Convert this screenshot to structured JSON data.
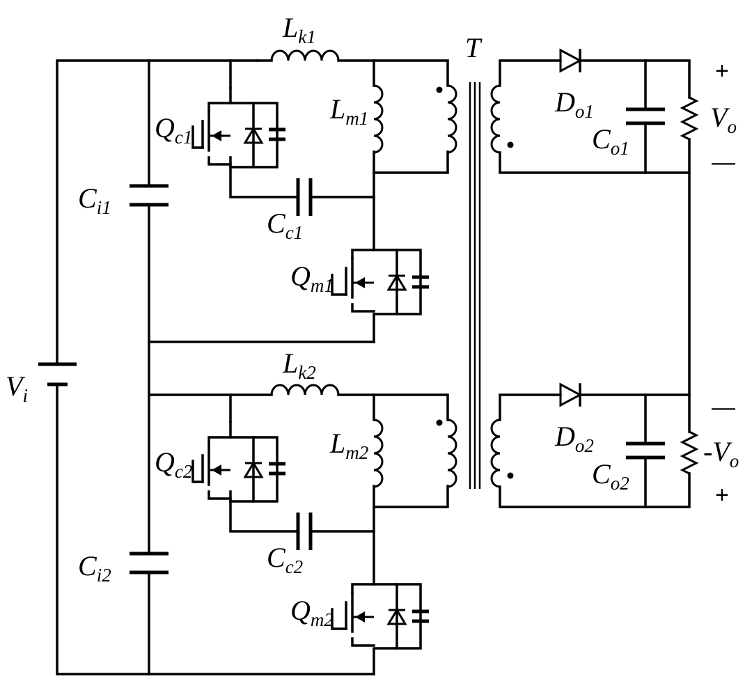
{
  "labels": {
    "vi": {
      "main": "V",
      "sub": "i"
    },
    "ci1": {
      "main": "C",
      "sub": "i1"
    },
    "ci2": {
      "main": "C",
      "sub": "i2"
    },
    "lk1": {
      "main": "L",
      "sub": "k1"
    },
    "lk2": {
      "main": "L",
      "sub": "k2"
    },
    "lm1": {
      "main": "L",
      "sub": "m1"
    },
    "lm2": {
      "main": "L",
      "sub": "m2"
    },
    "qc1": {
      "main": "Q",
      "sub": "c1"
    },
    "qc2": {
      "main": "Q",
      "sub": "c2"
    },
    "qm1": {
      "main": "Q",
      "sub": "m1"
    },
    "qm2": {
      "main": "Q",
      "sub": "m2"
    },
    "cc1": {
      "main": "C",
      "sub": "c1"
    },
    "cc2": {
      "main": "C",
      "sub": "c2"
    },
    "t": {
      "main": "T"
    },
    "do1": {
      "main": "D",
      "sub": "o1"
    },
    "do2": {
      "main": "D",
      "sub": "o2"
    },
    "co1": {
      "main": "C",
      "sub": "o1"
    },
    "co2": {
      "main": "C",
      "sub": "o2"
    },
    "vo1": {
      "main": "V",
      "sub": "o"
    },
    "vo2": {
      "main": "-V",
      "sub": "o"
    }
  },
  "polarity": {
    "top_plus": "+",
    "top_minus": "—",
    "bottom_minus": "—",
    "bottom_plus": "+"
  }
}
